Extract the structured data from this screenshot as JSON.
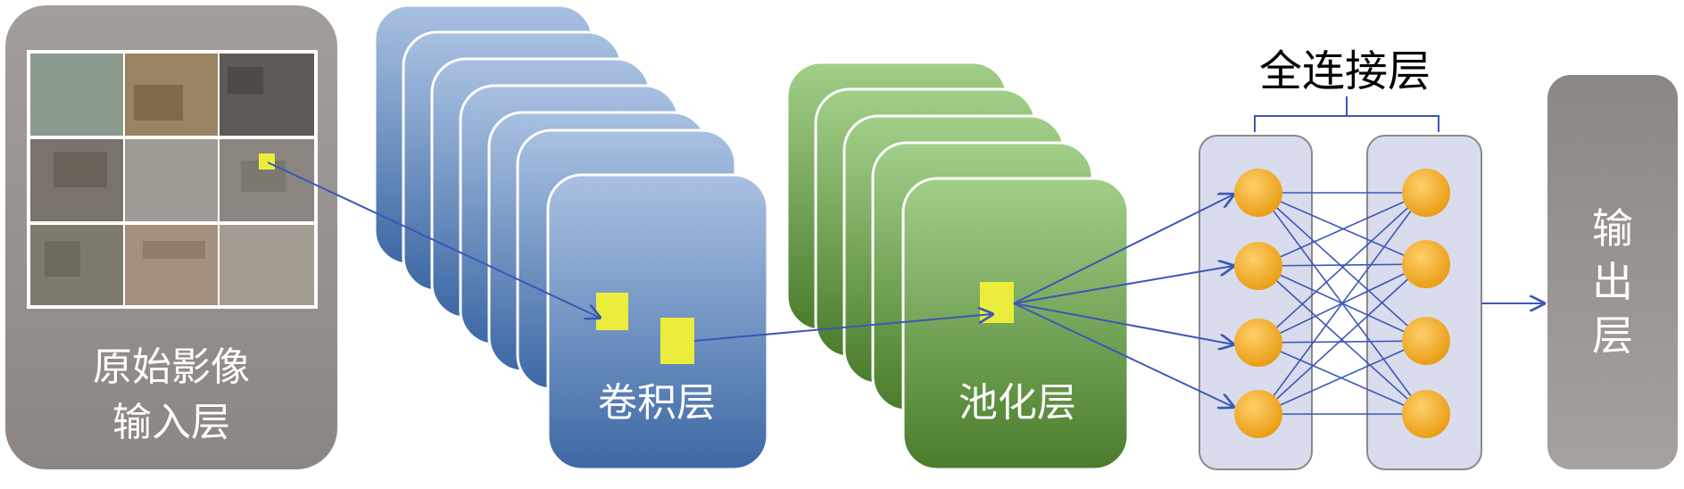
{
  "input_layer": {
    "label_line1": "原始影像",
    "label_line2": "输入层",
    "tile_count": 9
  },
  "conv_layer": {
    "label": "卷积层",
    "stack_count": 7
  },
  "pool_layer": {
    "label": "池化层",
    "stack_count": 5
  },
  "fc_layer": {
    "title": "全连接层",
    "neurons_per_column": 4,
    "columns": 2
  },
  "output_layer": {
    "label_chars": [
      "输",
      "出",
      "层"
    ]
  },
  "colors": {
    "input_panel_top": "#8f8a86",
    "input_panel_bottom": "#bdb9b5",
    "conv_top": "#a6bedf",
    "conv_bottom": "#3f6aa6",
    "pool_top": "#9ccb81",
    "pool_bottom": "#4c7f2f",
    "fc_column": "#d9dced",
    "neuron": "#f2a71c",
    "feature_square": "#ecec3c",
    "connector": "#3b57b8",
    "output_panel": "#9a9491"
  }
}
